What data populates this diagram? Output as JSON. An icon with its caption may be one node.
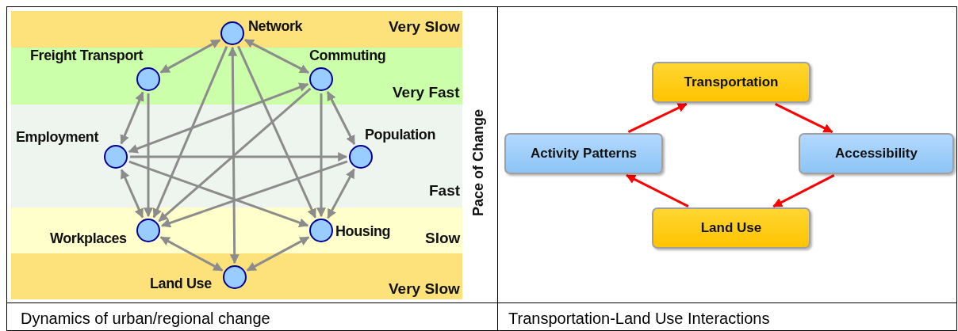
{
  "diagram": {
    "nodes": [
      {
        "text": [
          "Network"
        ]
      },
      {
        "text": [
          "Freight Transport"
        ]
      },
      {
        "text": [
          "Commuting"
        ]
      },
      {
        "text": [
          "Employment"
        ]
      },
      {
        "text": [
          "Population"
        ]
      },
      {
        "text": [
          "Workplaces"
        ]
      },
      {
        "text": [
          "Housing"
        ]
      },
      {
        "text": [
          "Land Use"
        ]
      },
      {
        "text": [
          "Transportation"
        ]
      },
      {
        "text": [
          "Activity Patterns"
        ]
      },
      {
        "text": [
          "Accessibility"
        ]
      },
      {
        "text": [
          "Land Use"
        ]
      }
    ],
    "edges": [
      {
        "from": 0,
        "to": 1,
        "arrow": "both"
      },
      {
        "from": 0,
        "to": 2,
        "arrow": "both"
      },
      {
        "from": 1,
        "to": 3,
        "arrow": "both"
      },
      {
        "from": 1,
        "to": 5,
        "arrow": "to"
      },
      {
        "from": 0,
        "to": 5,
        "arrow": "to"
      },
      {
        "from": 0,
        "to": 7,
        "arrow": "both"
      },
      {
        "from": 0,
        "to": 6,
        "arrow": "to"
      },
      {
        "from": 3,
        "to": 2,
        "arrow": "both"
      },
      {
        "from": 2,
        "to": 5,
        "arrow": "to"
      },
      {
        "from": 2,
        "to": 6,
        "arrow": "to"
      },
      {
        "from": 2,
        "to": 4,
        "arrow": "both"
      },
      {
        "from": 3,
        "to": 4,
        "arrow": "to"
      },
      {
        "from": 3,
        "to": 6,
        "arrow": "to"
      },
      {
        "from": 3,
        "to": 5,
        "arrow": "both"
      },
      {
        "from": 4,
        "to": 5,
        "arrow": "to"
      },
      {
        "from": 4,
        "to": 6,
        "arrow": "both"
      },
      {
        "from": 5,
        "to": 7,
        "arrow": "both"
      },
      {
        "from": 6,
        "to": 7,
        "arrow": "both"
      },
      {
        "from": 8,
        "to": 10,
        "arrow": "to",
        "color": "#ff0000"
      },
      {
        "from": 10,
        "to": 11,
        "arrow": "to",
        "color": "#ff0000"
      },
      {
        "from": 11,
        "to": 9,
        "arrow": "to",
        "color": "#ff0000"
      },
      {
        "from": 9,
        "to": 8,
        "arrow": "to",
        "color": "#ff0000"
      }
    ],
    "labels": [
      "Very Slow",
      "Very Fast",
      "Fast",
      "Slow",
      "Very Slow",
      "Pace of Change",
      "Dynamics of urban/regional change",
      "Transportation-Land Use Interactions"
    ]
  }
}
